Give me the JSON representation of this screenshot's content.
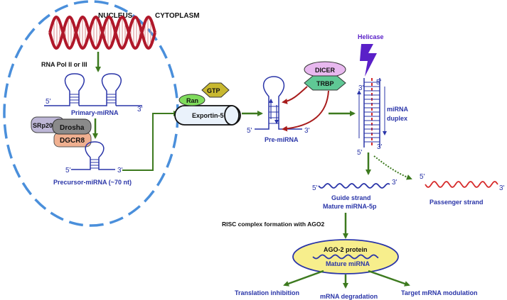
{
  "compartments": {
    "nucleus": "NUCLEUS",
    "cytoplasm": "CYTOPLASM"
  },
  "steps": {
    "rna_pol": "RNA Pol II or III",
    "primary": "Primary-miRNA",
    "precursor": "Precursor-miRNA (~70 nt)",
    "pre_mirna": "Pre-miRNA",
    "duplex_line1": "miRNA",
    "duplex_line2": "duplex",
    "guide_line1": "Guide strand",
    "guide_line2": "Mature miRNA-5p",
    "passenger": "Passenger strand",
    "risc": "RISC complex formation with AGO2"
  },
  "proteins": {
    "srp20": "SRp20",
    "drosha": "Drosha",
    "dgcr8": "DGCR8",
    "gtp": "GTP",
    "ran": "Ran",
    "exportin": "Exportin-5",
    "dicer": "DICER",
    "trbp": "TRBP",
    "helicase": "Helicase",
    "ago2": "AGO-2 protein",
    "mature": "Mature miRNA"
  },
  "ends": {
    "five": "5'",
    "three": "3'"
  },
  "outcomes": {
    "translation": "Translation inhibition",
    "degradation": "mRNA degradation",
    "target": "Target mRNA modulation"
  },
  "colors": {
    "nucleus_border": "#4a8fdb",
    "rna": "#2a35a8",
    "dna_red": "#b0182a",
    "arrow_green": "#3d7a1f",
    "dicer_arrow": "#a81c1c",
    "passenger": "#d62b2b",
    "ago2_fill": "#f7ee8c",
    "helicase": "#5a20c8"
  }
}
